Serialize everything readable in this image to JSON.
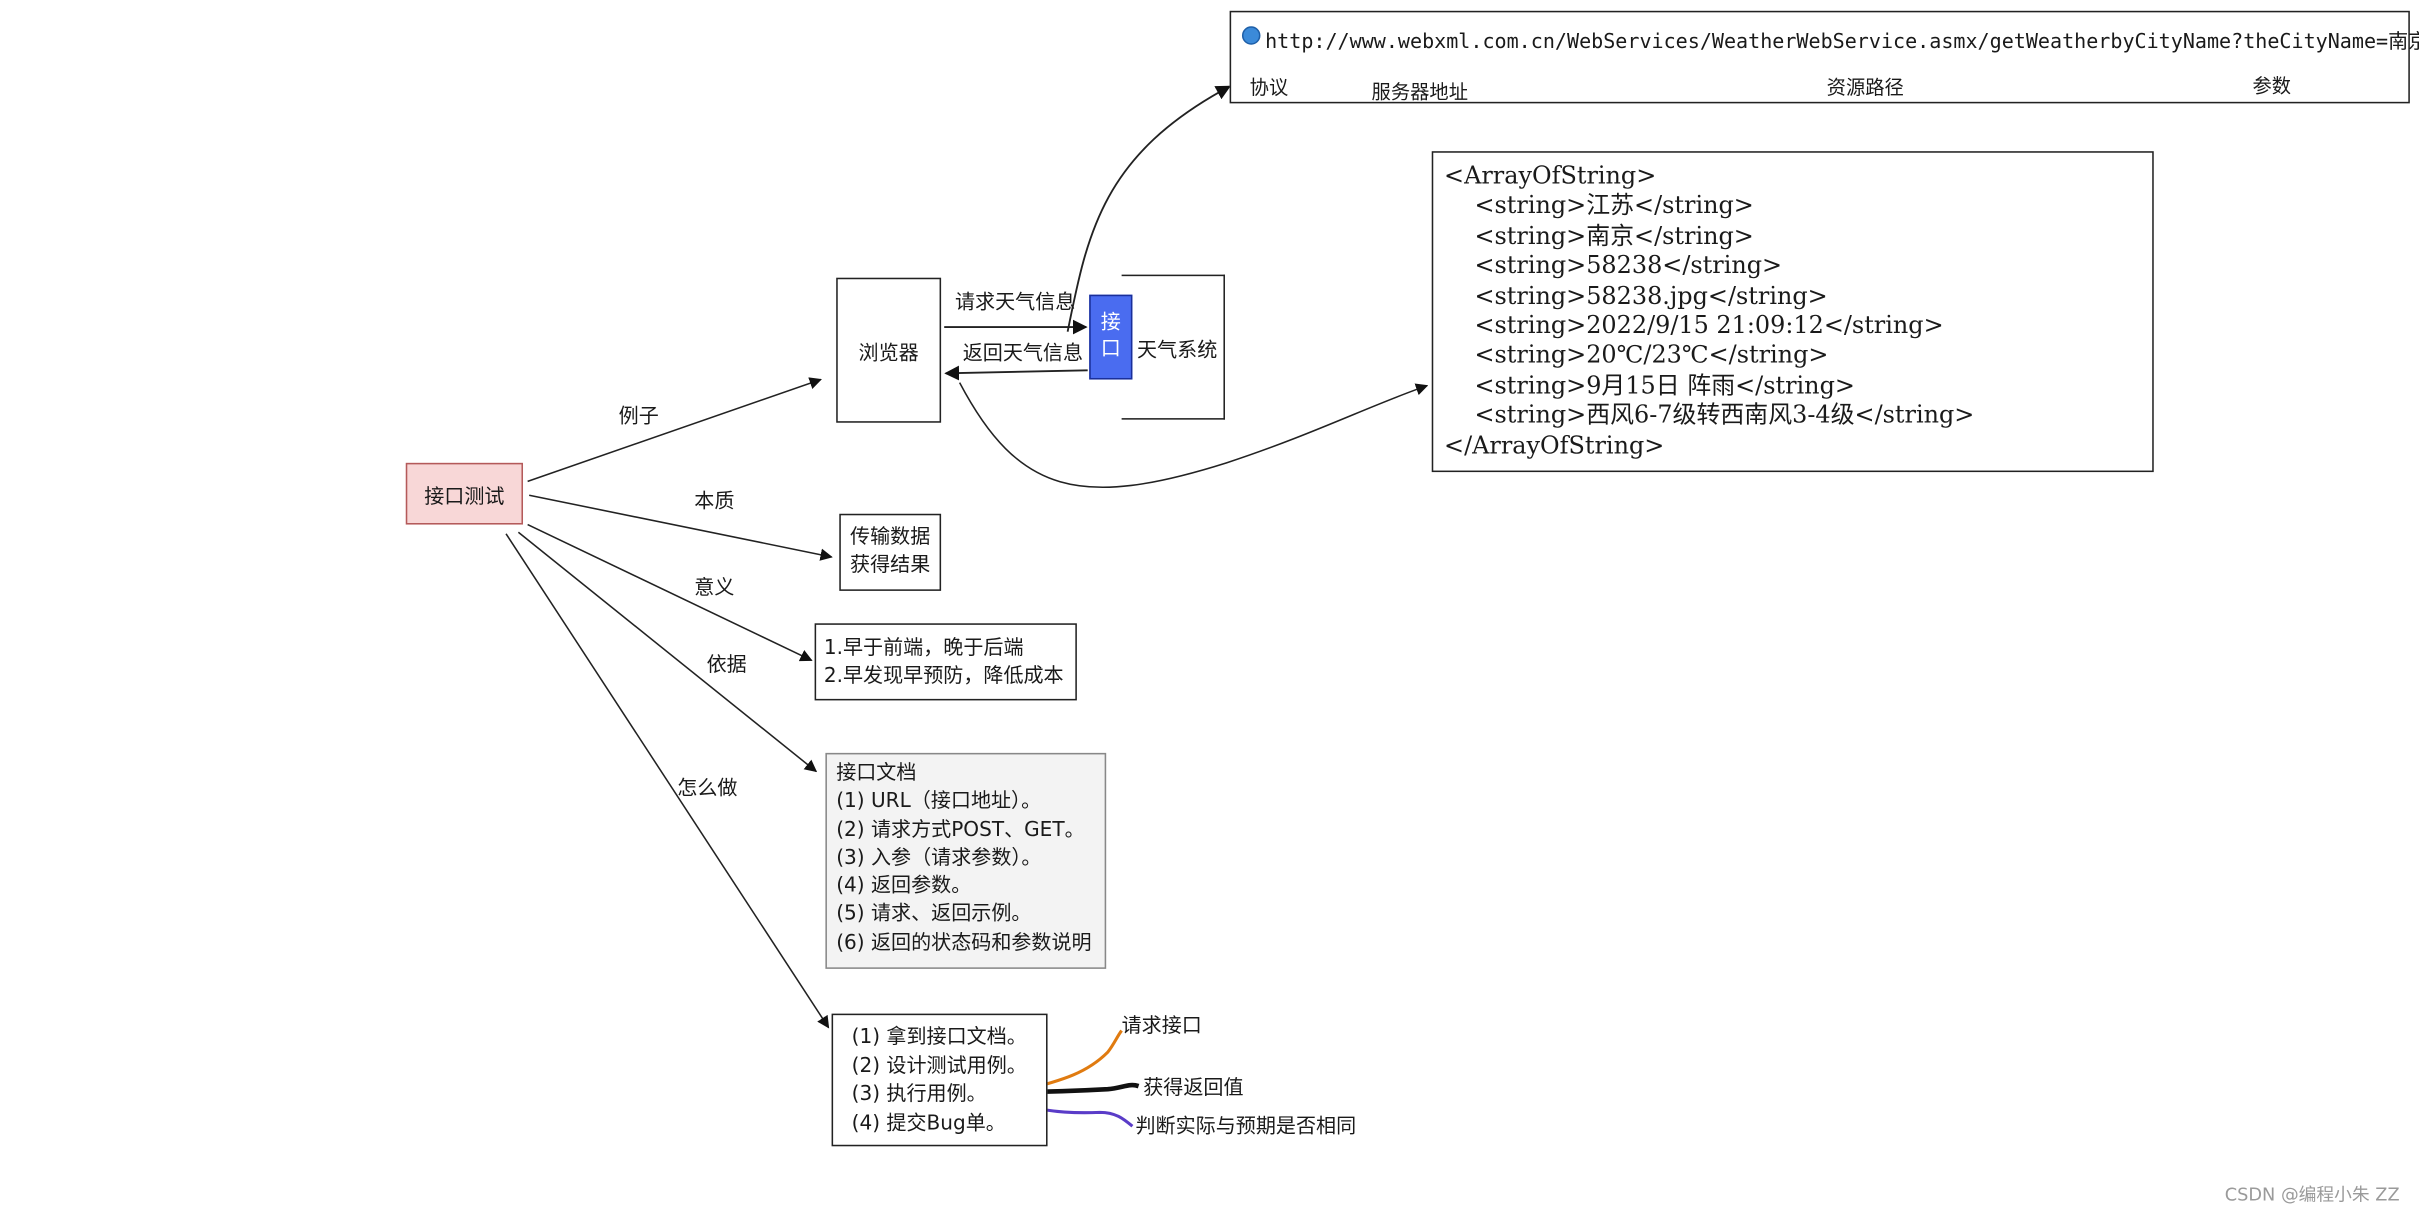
{
  "root": {
    "label": "接口测试"
  },
  "edges": {
    "example": "例子",
    "essence": "本质",
    "meaning": "意义",
    "basis": "依据",
    "how": "怎么做"
  },
  "example_flow": {
    "browser": "浏览器",
    "interface": "接口",
    "weather_system": "天气系统",
    "request_label": "请求天气信息",
    "response_label": "返回天气信息"
  },
  "url": {
    "protocol": "http",
    "sep": "://",
    "host": "www.webxml.com.cn",
    "path": "/WebServices/WeatherWebService.asmx/getWeatherbyCityName",
    "query_mark": "?",
    "query": "theCityName=南京",
    "parts": [
      "协议",
      "服务器地址",
      "资源路径",
      "参数"
    ]
  },
  "xml_response": [
    "<ArrayOfString>",
    "    <string>江苏</string>",
    "    <string>南京</string>",
    "    <string>58238</string>",
    "    <string>58238.jpg</string>",
    "    <string>2022/9/15 21:09:12</string>",
    "    <string>20℃/23℃</string>",
    "    <string>9月15日 阵雨</string>",
    "    <string>西风6-7级转西南风3-4级</string>",
    "</ArrayOfString>"
  ],
  "essence_box": [
    "传输数据",
    "获得结果"
  ],
  "meaning_box": [
    "1.早于前端，晚于后端",
    "2.早发现早预防，降低成本"
  ],
  "doc_box": {
    "title": "接口文档",
    "items": [
      "(1) URL（接口地址）。",
      "(2) 请求方式POST、GET。",
      "(3) 入参（请求参数）。",
      "(4) 返回参数。",
      "(5) 请求、返回示例。",
      "(6) 返回的状态码和参数说明"
    ]
  },
  "how_box": {
    "items": [
      "(1) 拿到接口文档。",
      "(2) 设计测试用例。",
      "(3) 执行用例。",
      "(4) 提交Bug单。"
    ]
  },
  "execution_notes": {
    "request": "请求接口",
    "get_return": "获得返回值",
    "compare": "判断实际与预期是否相同"
  },
  "colors": {
    "root_fill": "#f8d7d7",
    "interface_fill": "#4a6cf0",
    "orange_line": "#e07b10",
    "purple_line": "#5a3cc8",
    "doc_fill": "#f3f3f3"
  },
  "watermark": "CSDN @编程小朱 ZZ"
}
